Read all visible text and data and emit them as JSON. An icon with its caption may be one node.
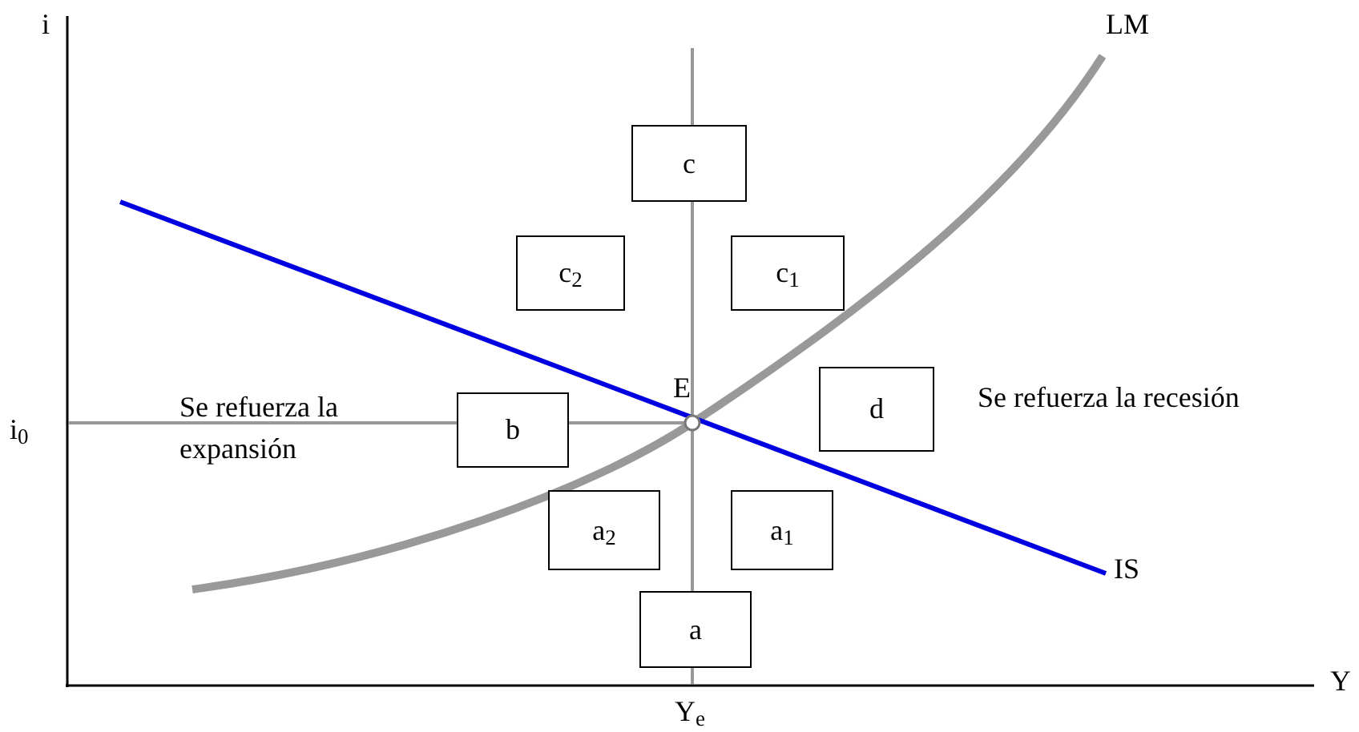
{
  "diagram": {
    "nodes": [
      {
        "text": [
          "c"
        ]
      },
      {
        "text": [
          "c$_{2}$"
        ]
      },
      {
        "text": [
          "c$_{1}$"
        ]
      },
      {
        "text": [
          "b"
        ]
      },
      {
        "text": [
          "d"
        ]
      },
      {
        "text": [
          "a$_{2}$"
        ]
      },
      {
        "text": [
          "a$_{1}$"
        ]
      },
      {
        "text": [
          "a"
        ]
      }
    ],
    "edges": [],
    "labels": [
      "i",
      "LM",
      "E",
      "Se refuerza la recesión",
      "i$_{0}$",
      "Se refuerza la expansión",
      "IS",
      "Y",
      "Y$_{e}$"
    ]
  }
}
